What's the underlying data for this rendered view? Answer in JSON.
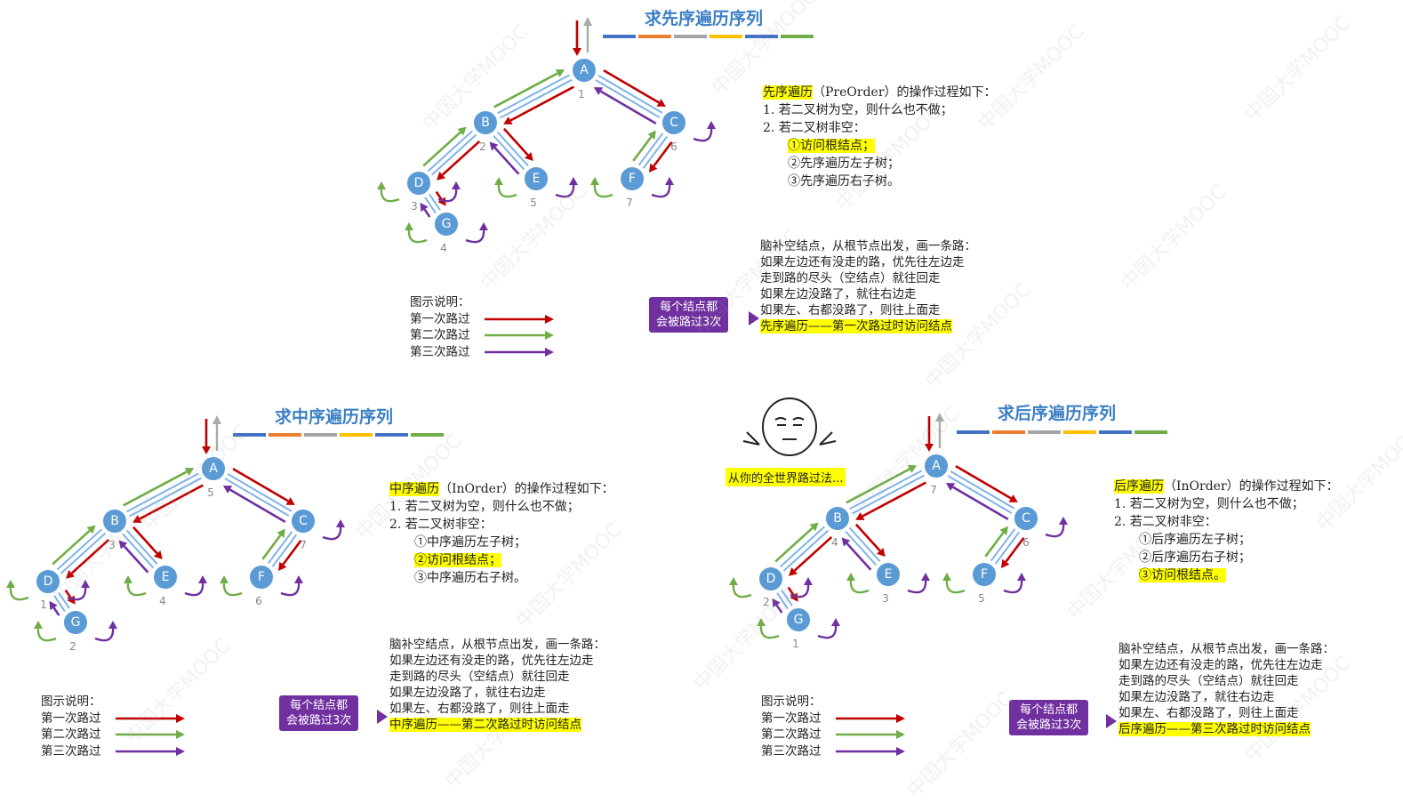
{
  "colors": {
    "red": "#c00000",
    "green": "#70ad47",
    "purple": "#7030a0",
    "node": "#5b9bd5",
    "highlight": "#ffff00",
    "title": "#3b7fc4"
  },
  "colorbar": [
    "#4472c4",
    "#ed7d31",
    "#a5a5a5",
    "#ffc000",
    "#4472c4",
    "#70ad47"
  ],
  "watermark": "中国大学MOOC",
  "panels": [
    {
      "title": "求先序遍历序列",
      "desc": {
        "header_hl": "先序遍历",
        "header_rest": "（PreOrder）的操作过程如下：",
        "step1": "1.  若二叉树为空，则什么也不做；",
        "step2": "2.  若二叉树非空：",
        "sub1": "①访问根结点；",
        "sub2": "②先序遍历左子树；",
        "sub3": "③先序遍历右子树。"
      },
      "brain": {
        "l1": "脑补空结点，从根节点出发，画一条路：",
        "l2": "如果左边还有没走的路，优先往左边走",
        "l3": "走到路的尽头（空结点）就往回走",
        "l4": "如果左边没路了，就往右边走",
        "l5": "如果左、右都没路了，则往上面走",
        "l6": "先序遍历——第一次路过时访问结点"
      },
      "badge": {
        "l1": "每个结点都",
        "l2": "会被路过3次"
      },
      "legend": {
        "title": "图示说明：",
        "first": "第一次路过",
        "second": "第二次路过",
        "third": "第三次路过"
      },
      "order": {
        "A": "1",
        "B": "2",
        "C": "6",
        "D": "3",
        "E": "5",
        "F": "7",
        "G": "4"
      }
    },
    {
      "title": "求中序遍历序列",
      "desc": {
        "header_hl": "中序遍历",
        "header_rest": "（InOrder）的操作过程如下：",
        "step1": "1.  若二叉树为空，则什么也不做；",
        "step2": "2.  若二叉树非空：",
        "sub1": "①中序遍历左子树；",
        "sub2": "②访问根结点；",
        "sub3": "③中序遍历右子树。"
      },
      "brain": {
        "l1": "脑补空结点，从根节点出发，画一条路：",
        "l2": "如果左边还有没走的路，优先往左边走",
        "l3": "走到路的尽头（空结点）就往回走",
        "l4": "如果左边没路了，就往右边走",
        "l5": "如果左、右都没路了，则往上面走",
        "l6": "中序遍历——第二次路过时访问结点"
      },
      "badge": {
        "l1": "每个结点都",
        "l2": "会被路过3次"
      },
      "legend": {
        "title": "图示说明：",
        "first": "第一次路过",
        "second": "第二次路过",
        "third": "第三次路过"
      },
      "order": {
        "A": "5",
        "B": "3",
        "C": "7",
        "D": "1",
        "E": "4",
        "F": "6",
        "G": "2"
      }
    },
    {
      "title": "求后序遍历序列",
      "desc": {
        "header_hl": "后序遍历",
        "header_rest": "（InOrder）的操作过程如下：",
        "step1": "1.  若二叉树为空，则什么也不做；",
        "step2": "2.  若二叉树非空：",
        "sub1": "①后序遍历左子树；",
        "sub2": "②后序遍历右子树；",
        "sub3": "③访问根结点。"
      },
      "brain": {
        "l1": "脑补空结点，从根节点出发，画一条路：",
        "l2": "如果左边还有没走的路，优先往左边走",
        "l3": "走到路的尽头（空结点）就往回走",
        "l4": "如果左边没路了，就往右边走",
        "l5": "如果左、右都没路了，则往上面走",
        "l6": "后序遍历——第三次路过时访问结点"
      },
      "badge": {
        "l1": "每个结点都",
        "l2": "会被路过3次"
      },
      "legend": {
        "title": "图示说明：",
        "first": "第一次路过",
        "second": "第二次路过",
        "third": "第三次路过"
      },
      "order": {
        "A": "7",
        "B": "4",
        "C": "6",
        "D": "2",
        "E": "3",
        "F": "5",
        "G": "1"
      }
    }
  ],
  "meme": {
    "caption": "从你的全世界路过法..."
  },
  "nodes": [
    "A",
    "B",
    "C",
    "D",
    "E",
    "F",
    "G"
  ]
}
